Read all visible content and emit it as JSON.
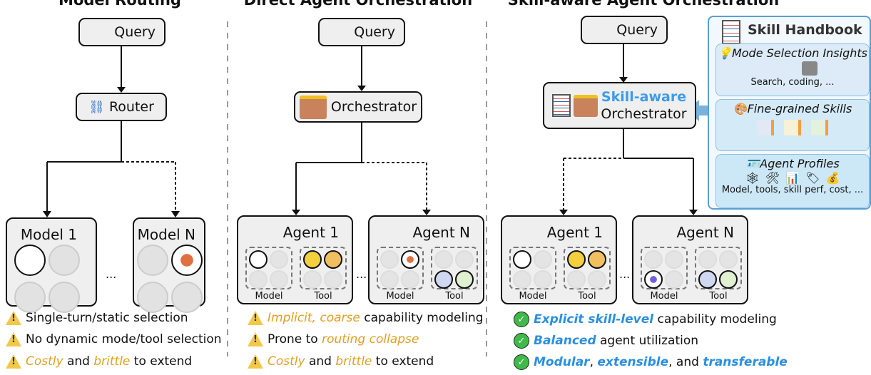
{
  "titles": [
    "Model Routing",
    "Direct Agent Orchestration",
    "Skill-aware Agent Orchestration"
  ],
  "query": "Query",
  "router": "Router",
  "orchestrator": "Orchestrator",
  "skill_orch": {
    "line1": "Skill-aware",
    "line2": "Orchestrator"
  },
  "models": [
    "Model 1",
    "Model N"
  ],
  "agents": [
    "Agent 1",
    "Agent N"
  ],
  "group_labels": {
    "model": "Model",
    "tool": "Tool"
  },
  "ellipsis": "...",
  "col1_bullets": [
    {
      "plain": "Single-turn/static selection"
    },
    {
      "plain": "No dynamic mode/tool selection"
    },
    {
      "e1": "Costly",
      "mid": " and ",
      "e2": "brittle",
      "end": " to extend"
    }
  ],
  "col2_bullets": [
    {
      "e1": "Implicit, coarse",
      "end": " capability modeling"
    },
    {
      "start": "Prone to ",
      "e1": "routing collapse"
    },
    {
      "e1": "Costly",
      "mid": " and ",
      "e2": "brittle",
      "end": " to extend"
    }
  ],
  "col3_bullets": [
    {
      "e1": "Explicit skill-level",
      "end": " capability modeling"
    },
    {
      "e1": "Balanced",
      "end": " agent utilization"
    },
    {
      "e1": "Modular",
      "m1": ", ",
      "e2": "extensible",
      "m2": ", and ",
      "e3": "transferable"
    }
  ],
  "handbook": {
    "title": "Skill Handbook",
    "sections": [
      {
        "title": "Mode Selection Insights",
        "caption": "Search, coding, ..."
      },
      {
        "title": "Fine-grained Skills"
      },
      {
        "title": "Agent Profiles",
        "caption": "Model, tools, skill perf, cost, ..."
      }
    ]
  },
  "colors": {
    "warning": "#f2c84b",
    "emphasis_orange": "#e0a020",
    "emphasis_blue": "#2b8fe0",
    "check": "#3fb94a",
    "handbook_border": "#5a9fd4"
  }
}
